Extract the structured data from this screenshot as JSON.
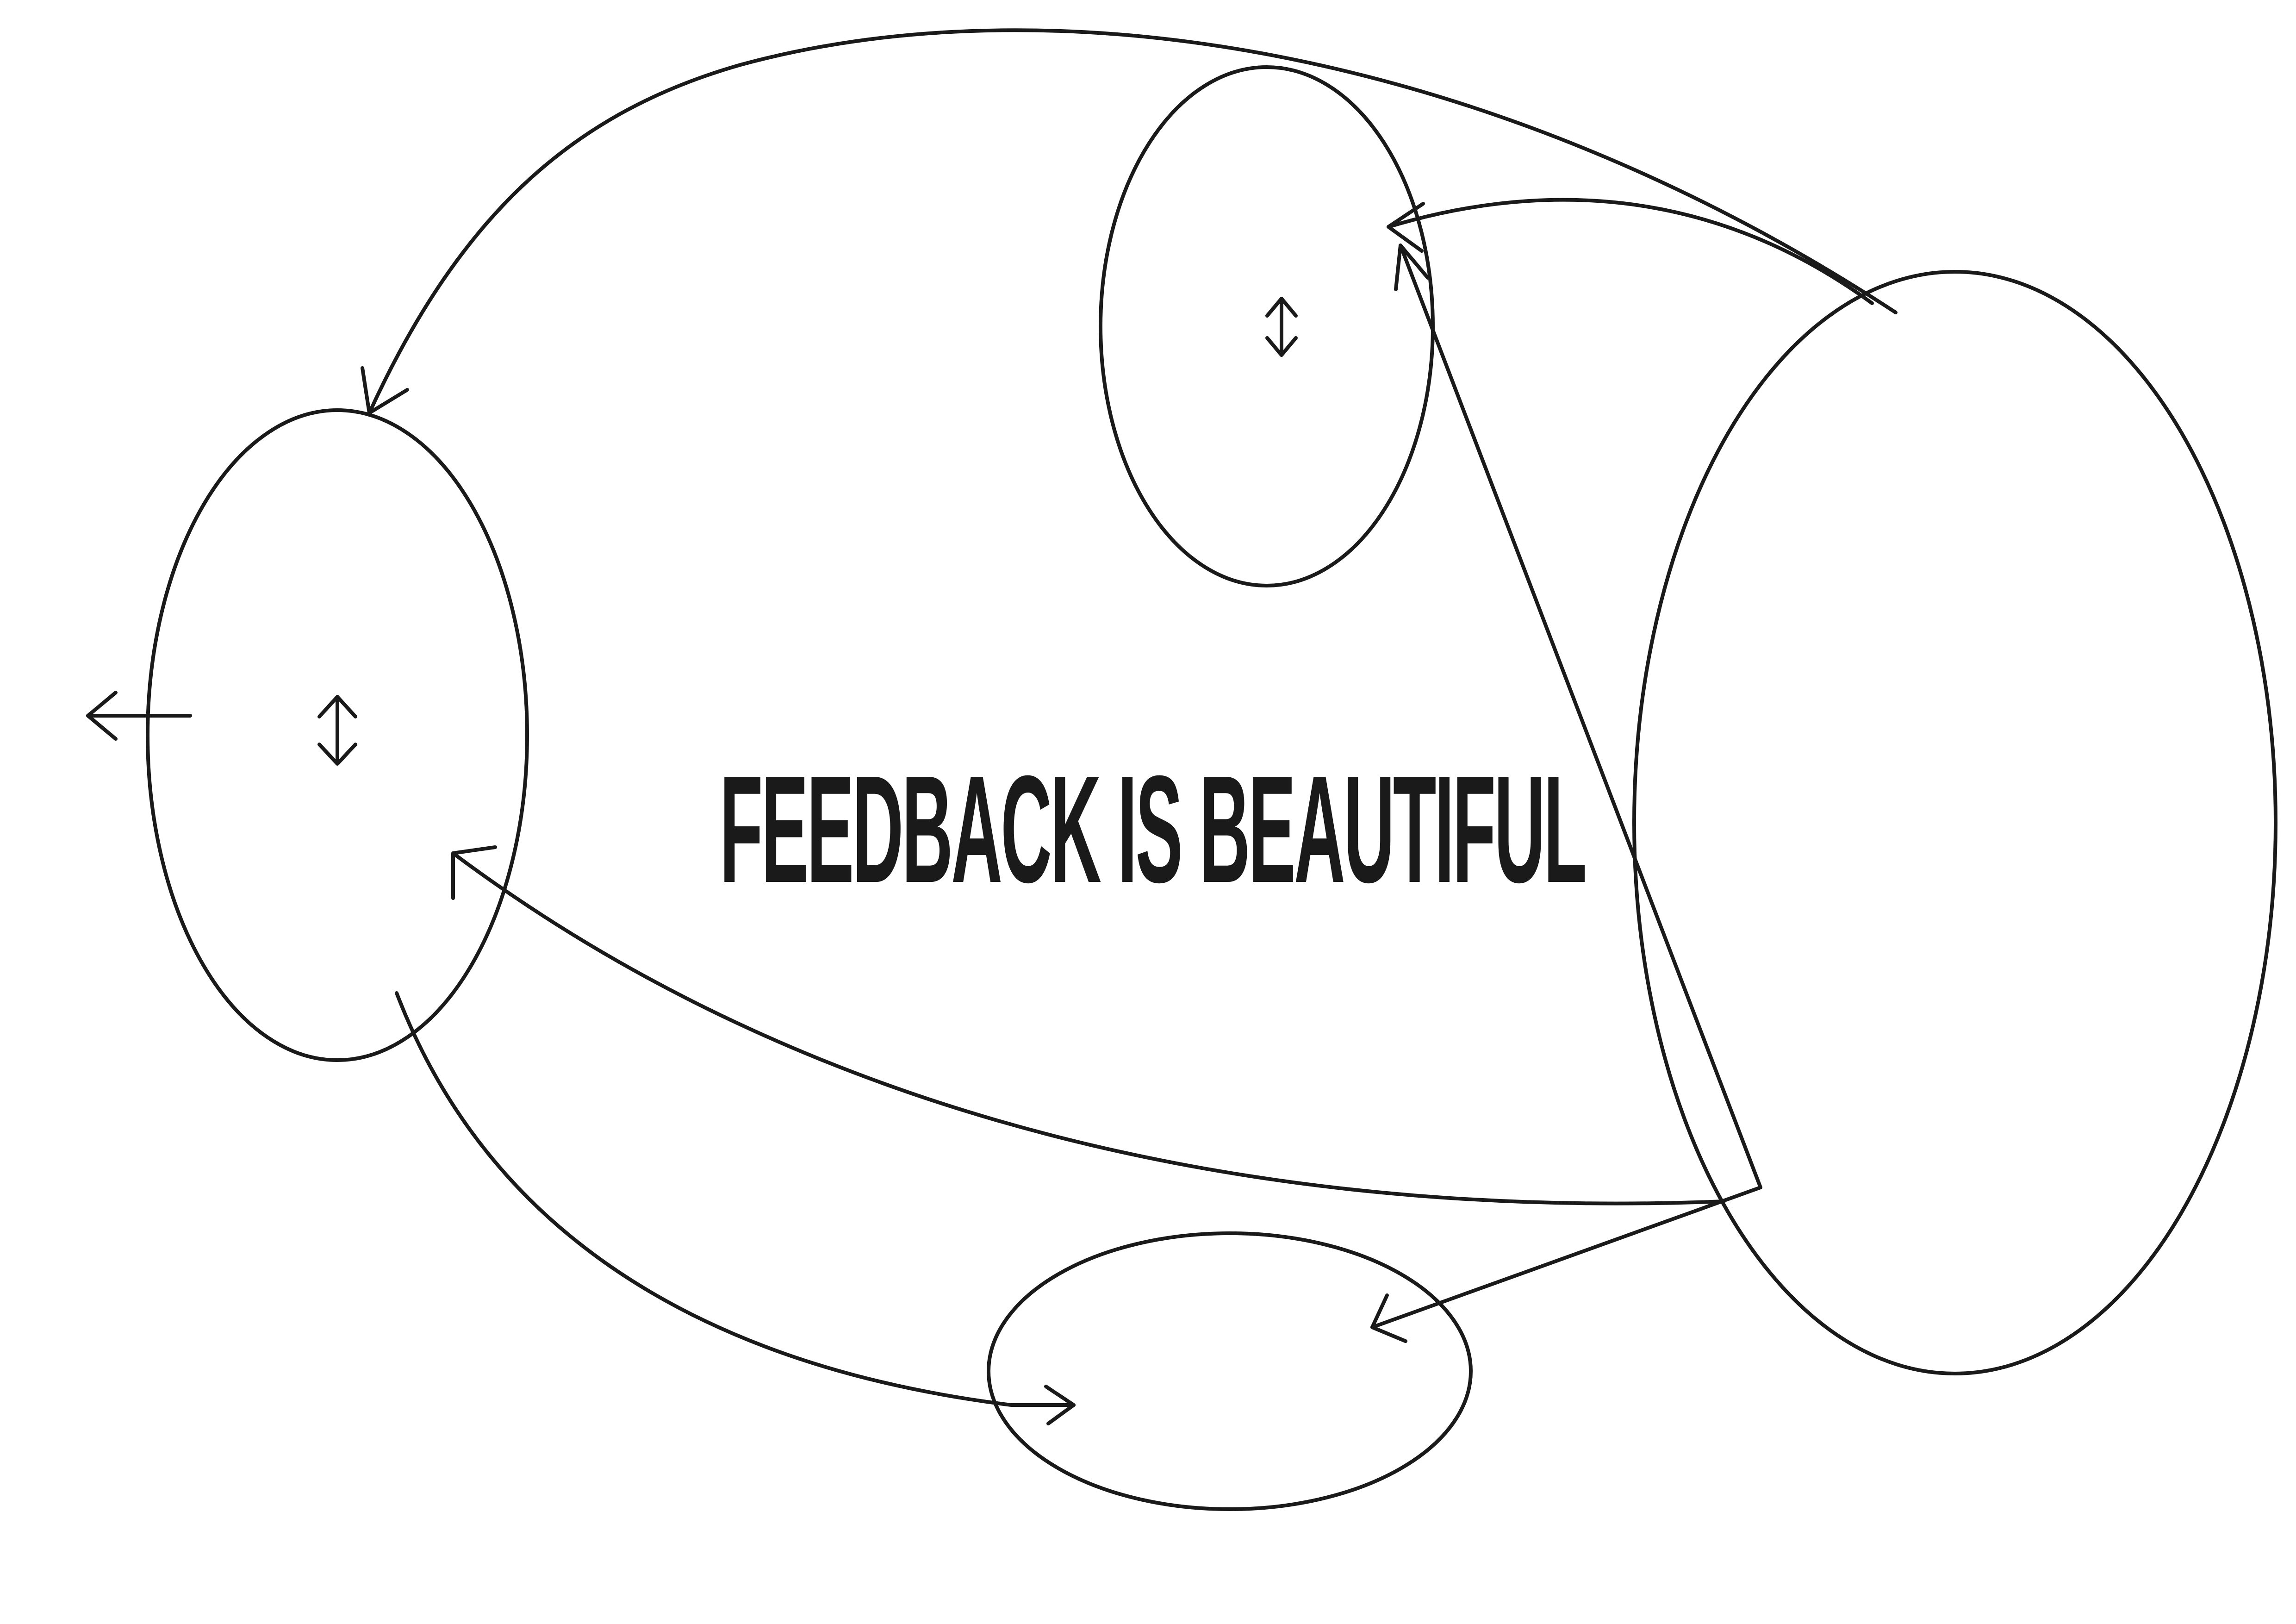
{
  "title": "FEEDBACK IS BEAUTIFUL",
  "colors": {
    "background": "#ffffff",
    "ink": "#1a1a1a"
  },
  "nodes": [
    {
      "id": "left-node",
      "marker": "double-arrow-icon"
    },
    {
      "id": "top-node",
      "marker": "double-arrow-icon"
    },
    {
      "id": "right-node"
    },
    {
      "id": "bottom-node"
    }
  ],
  "connections": [
    {
      "from": "right-node",
      "to": "left-node"
    },
    {
      "from": "right-node",
      "to": "top-node"
    },
    {
      "from": "right-node",
      "to": "left-node"
    },
    {
      "from": "right-node",
      "to": "bottom-node"
    },
    {
      "from": "left-node",
      "to": "bottom-node"
    },
    {
      "from": "right-node",
      "to": "top-node"
    },
    {
      "from": "left-node",
      "to": "outside"
    }
  ]
}
